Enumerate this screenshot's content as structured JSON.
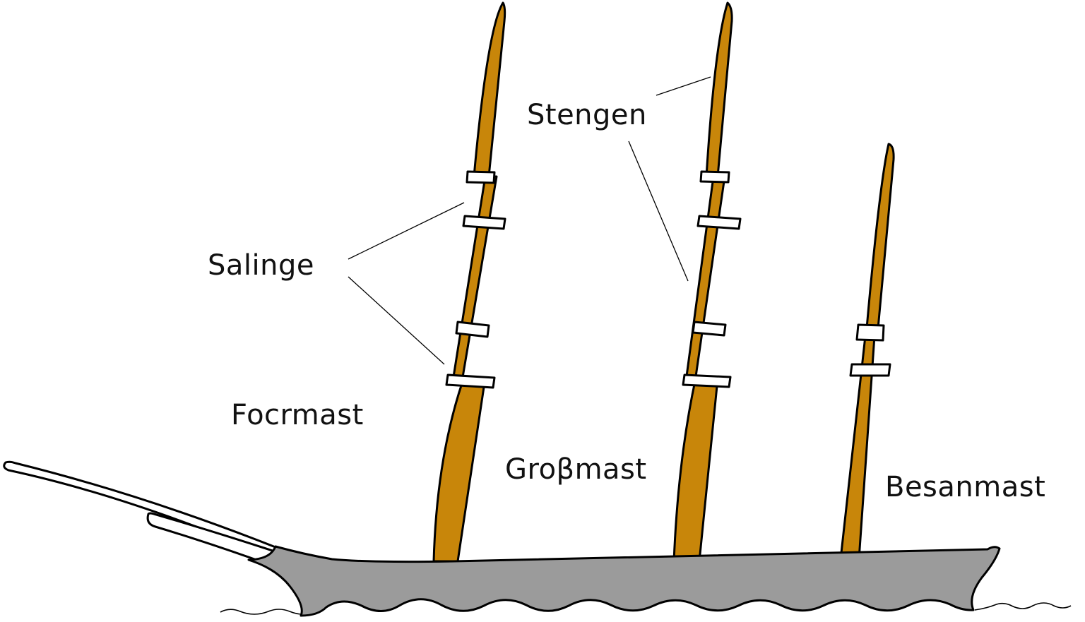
{
  "labels": {
    "stengen": "Stengen",
    "salinge": "Salinge",
    "fockmast": "Focrmast",
    "grossmast": "Groβmast",
    "besanmast": "Besanmast"
  },
  "colors": {
    "hull": "#9b9b9b",
    "mast": "#c8860a",
    "outline": "#000000",
    "crosstree": "#ffffff",
    "background": "#ffffff"
  }
}
